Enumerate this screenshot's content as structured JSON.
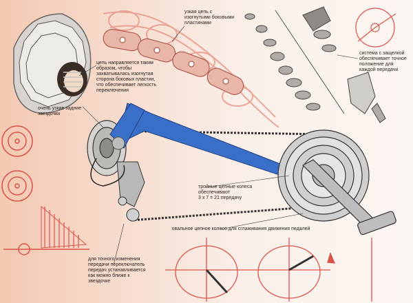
{
  "labels": {
    "narrow_chain": "узкая цепь с\nизогнутыми боковыми\nпластинами",
    "chain_direction": "цепь направляется таким\nобразом, чтобы\nзахватывалась изогнутая\nсторона боковых пластин,\nчто обеспечивает легкость\nпереключения",
    "latch_system": "система с защелкой\nобеспечивает точное\nположение для\nкаждой передачи",
    "narrow_sprockets": "очень узкие задние\nзвездочки",
    "triple_chainrings": "тройные цепные колеса\nобеспечивают\n3 x 7 = 21 передачу",
    "oval_chainring": "овальное цепное колесо для сглаживания движения педалей",
    "precise_shifting": "для точного изменения\nпередачи переключатель\nпередач устанавливается\nкак можно ближе к\nзвездочке"
  },
  "colors": {
    "frame_blue": "#3a6fc9",
    "sketch_red": "#d9534a",
    "metal": "#c9c9c9",
    "ink": "#222222"
  }
}
